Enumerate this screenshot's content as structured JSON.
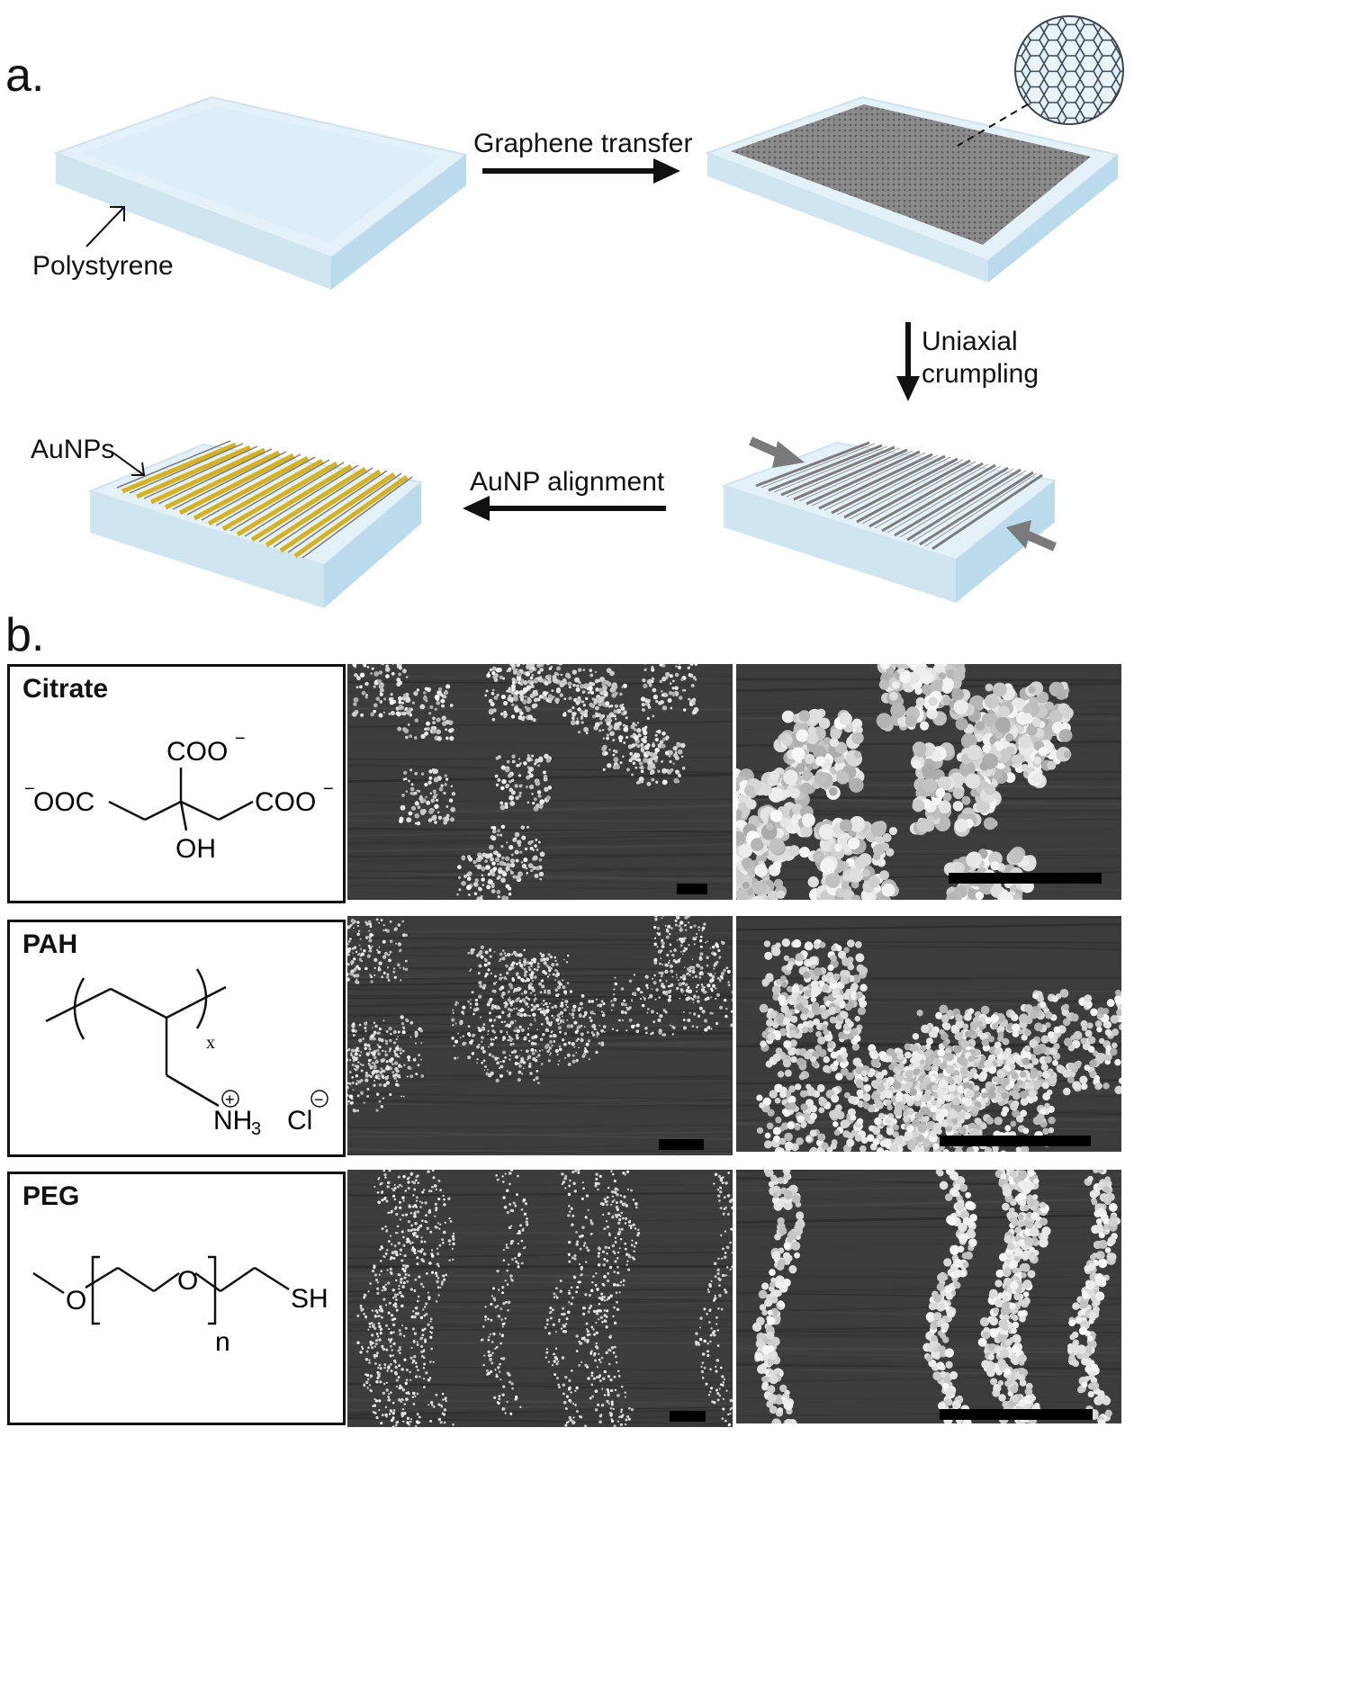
{
  "panel_a": {
    "label": "a.",
    "substrate_label": "Polystyrene",
    "step1": "Graphene transfer",
    "step2_line1": "Uniaxial",
    "step2_line2": "crumpling",
    "step3": "AuNP alignment",
    "np_label": "AuNPs"
  },
  "panel_b": {
    "label": "b.",
    "rows": [
      {
        "name": "Citrate",
        "formula": {
          "top": "COO",
          "left": "OOC",
          "right": "COO",
          "bottom": "OH",
          "charge": "−"
        }
      },
      {
        "name": "PAH",
        "formula": {
          "sub_x": "x",
          "amine": "NH",
          "amine_sub": "3",
          "counter": "Cl",
          "plus": "+",
          "minus": "−"
        }
      },
      {
        "name": "PEG",
        "formula": {
          "o1": "O",
          "o2": "O",
          "sub_n": "n",
          "thiol": "SH"
        }
      }
    ]
  },
  "colors": {
    "substrate_top": "#e3f1f8",
    "substrate_side": "#c4e0ee",
    "graphene": "#6f6f6f",
    "gold": "#d6b21e",
    "arrow_gray": "#7a7a7a",
    "sem_bg": "#3a3a3a"
  }
}
